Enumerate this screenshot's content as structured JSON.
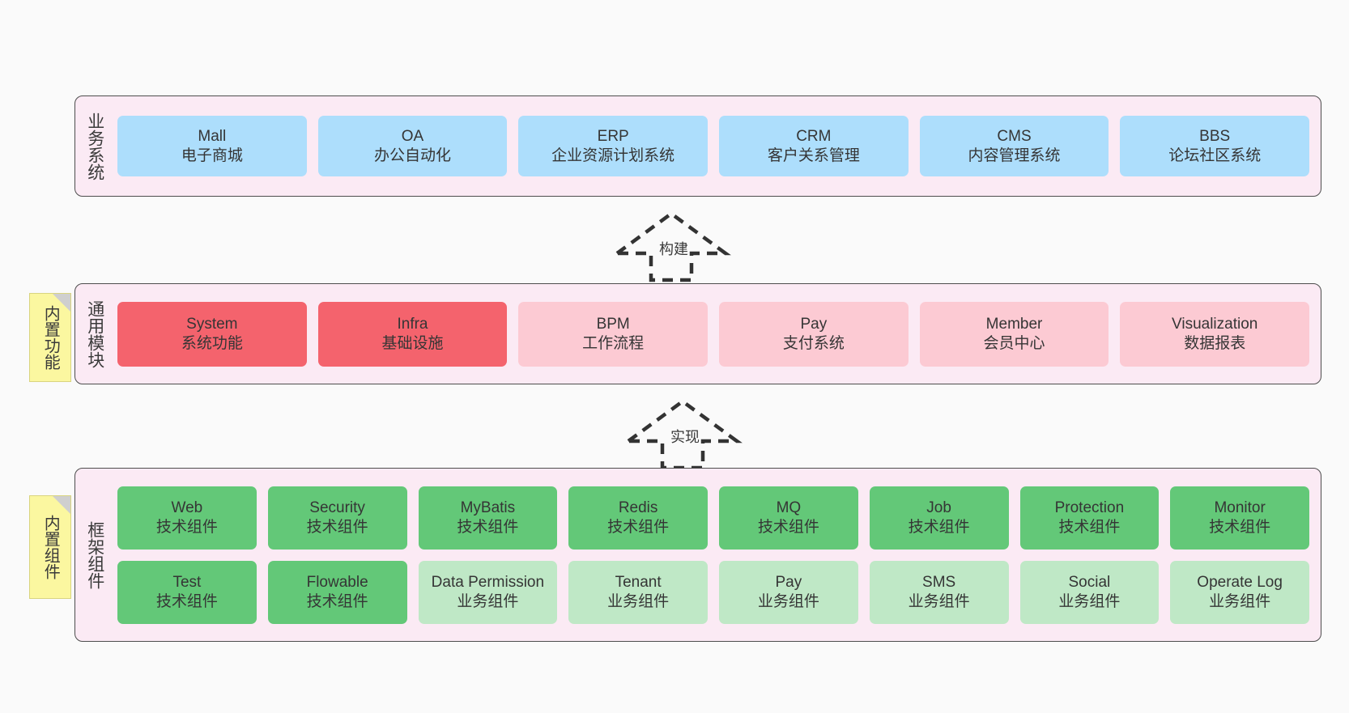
{
  "layers": [
    {
      "caption": "业务系统",
      "rows": [
        [
          {
            "title": "Mall",
            "subtitle": "电子商城",
            "color": "blue"
          },
          {
            "title": "OA",
            "subtitle": "办公自动化",
            "color": "blue"
          },
          {
            "title": "ERP",
            "subtitle": "企业资源计划系统",
            "color": "blue"
          },
          {
            "title": "CRM",
            "subtitle": "客户关系管理",
            "color": "blue"
          },
          {
            "title": "CMS",
            "subtitle": "内容管理系统",
            "color": "blue"
          },
          {
            "title": "BBS",
            "subtitle": "论坛社区系统",
            "color": "blue"
          }
        ]
      ]
    },
    {
      "caption": "通用模块",
      "tag": "内置功能",
      "rows": [
        [
          {
            "title": "System",
            "subtitle": "系统功能",
            "color": "red"
          },
          {
            "title": "Infra",
            "subtitle": "基础设施",
            "color": "red"
          },
          {
            "title": "BPM",
            "subtitle": "工作流程",
            "color": "pink"
          },
          {
            "title": "Pay",
            "subtitle": "支付系统",
            "color": "pink"
          },
          {
            "title": "Member",
            "subtitle": "会员中心",
            "color": "pink"
          },
          {
            "title": "Visualization",
            "subtitle": "数据报表",
            "color": "pink"
          }
        ]
      ]
    },
    {
      "caption": "框架组件",
      "tag": "内置组件",
      "rows": [
        [
          {
            "title": "Web",
            "subtitle": "技术组件",
            "color": "green"
          },
          {
            "title": "Security",
            "subtitle": "技术组件",
            "color": "green"
          },
          {
            "title": "MyBatis",
            "subtitle": "技术组件",
            "color": "green"
          },
          {
            "title": "Redis",
            "subtitle": "技术组件",
            "color": "green"
          },
          {
            "title": "MQ",
            "subtitle": "技术组件",
            "color": "green"
          },
          {
            "title": "Job",
            "subtitle": "技术组件",
            "color": "green"
          },
          {
            "title": "Protection",
            "subtitle": "技术组件",
            "color": "green"
          },
          {
            "title": "Monitor",
            "subtitle": "技术组件",
            "color": "green"
          }
        ],
        [
          {
            "title": "Test",
            "subtitle": "技术组件",
            "color": "green"
          },
          {
            "title": "Flowable",
            "subtitle": "技术组件",
            "color": "green"
          },
          {
            "title": "Data Permission",
            "subtitle": "业务组件",
            "color": "green-l"
          },
          {
            "title": "Tenant",
            "subtitle": "业务组件",
            "color": "green-l"
          },
          {
            "title": "Pay",
            "subtitle": "业务组件",
            "color": "green-l"
          },
          {
            "title": "SMS",
            "subtitle": "业务组件",
            "color": "green-l"
          },
          {
            "title": "Social",
            "subtitle": "业务组件",
            "color": "green-l"
          },
          {
            "title": "Operate Log",
            "subtitle": "业务组件",
            "color": "green-l"
          }
        ]
      ]
    }
  ],
  "connectors": [
    {
      "label": "构建"
    },
    {
      "label": "实现"
    }
  ],
  "colors": {
    "panel_bg": "#fbeaf4",
    "panel_border": "#4d4d4d",
    "blue": "#addefc",
    "red": "#f4636d",
    "pink": "#fccad3",
    "green": "#63c878",
    "green_light": "#bfe8c6",
    "tag_yellow": "#fbf7a0",
    "canvas_bg": "#fafafa"
  }
}
